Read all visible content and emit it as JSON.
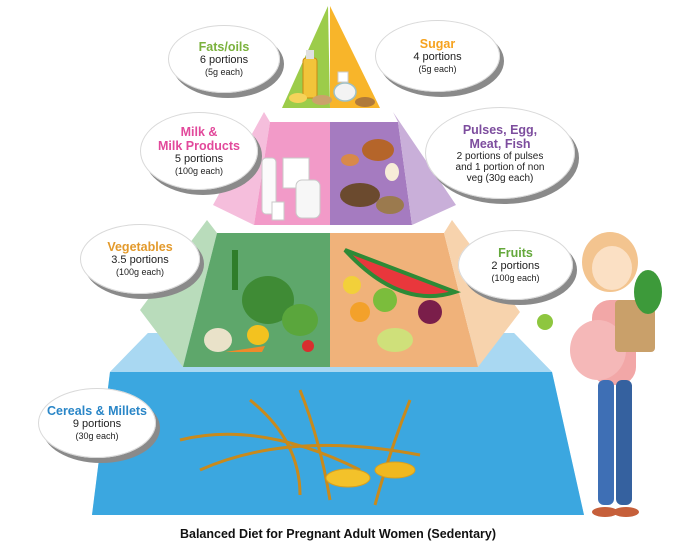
{
  "caption": "Balanced Diet for Pregnant Adult Women (Sedentary)",
  "groups": {
    "fats": {
      "title": "Fats/oils",
      "portions": "6 portions",
      "size": "(5g each)",
      "color": "#7bb23d"
    },
    "sugar": {
      "title": "Sugar",
      "portions": "4 portions",
      "size": "(5g each)",
      "color": "#f6a21e"
    },
    "milk": {
      "title": "Milk &",
      "title2": "Milk Products",
      "portions": "5 portions",
      "size": "(100g each)",
      "color": "#e2499b"
    },
    "pulses": {
      "title": "Pulses, Egg,",
      "title2": "Meat, Fish",
      "line1": "2 portions of pulses",
      "line2": "and 1 portion  of non",
      "line3": "veg (30g each)",
      "color": "#7d4d9e"
    },
    "vegetables": {
      "title": "Vegetables",
      "portions": "3.5 portions",
      "size": "(100g each)",
      "color": "#e39a2c"
    },
    "fruits": {
      "title": "Fruits",
      "portions": "2 portions",
      "size": "(100g each)",
      "color": "#64a83b"
    },
    "cereals": {
      "title": "Cereals & Millets",
      "portions": "9 portions",
      "size": "(30g each)",
      "color": "#2a86c7"
    }
  },
  "tier_colors": {
    "top_left": "#9ccc4a",
    "top_right": "#f8b52a",
    "milk_face": "#f29ac8",
    "milk_side": "#f5bedc",
    "pulses_face": "#a57bc0",
    "pulses_side": "#c9afd9",
    "veg_face": "#5ea76b",
    "veg_side": "#b9dcbb",
    "fruit_face": "#f0b27a",
    "fruit_side": "#f7d3ad",
    "cereal_face": "#3ba7e0",
    "cereal_side": "#a9d8f2"
  }
}
